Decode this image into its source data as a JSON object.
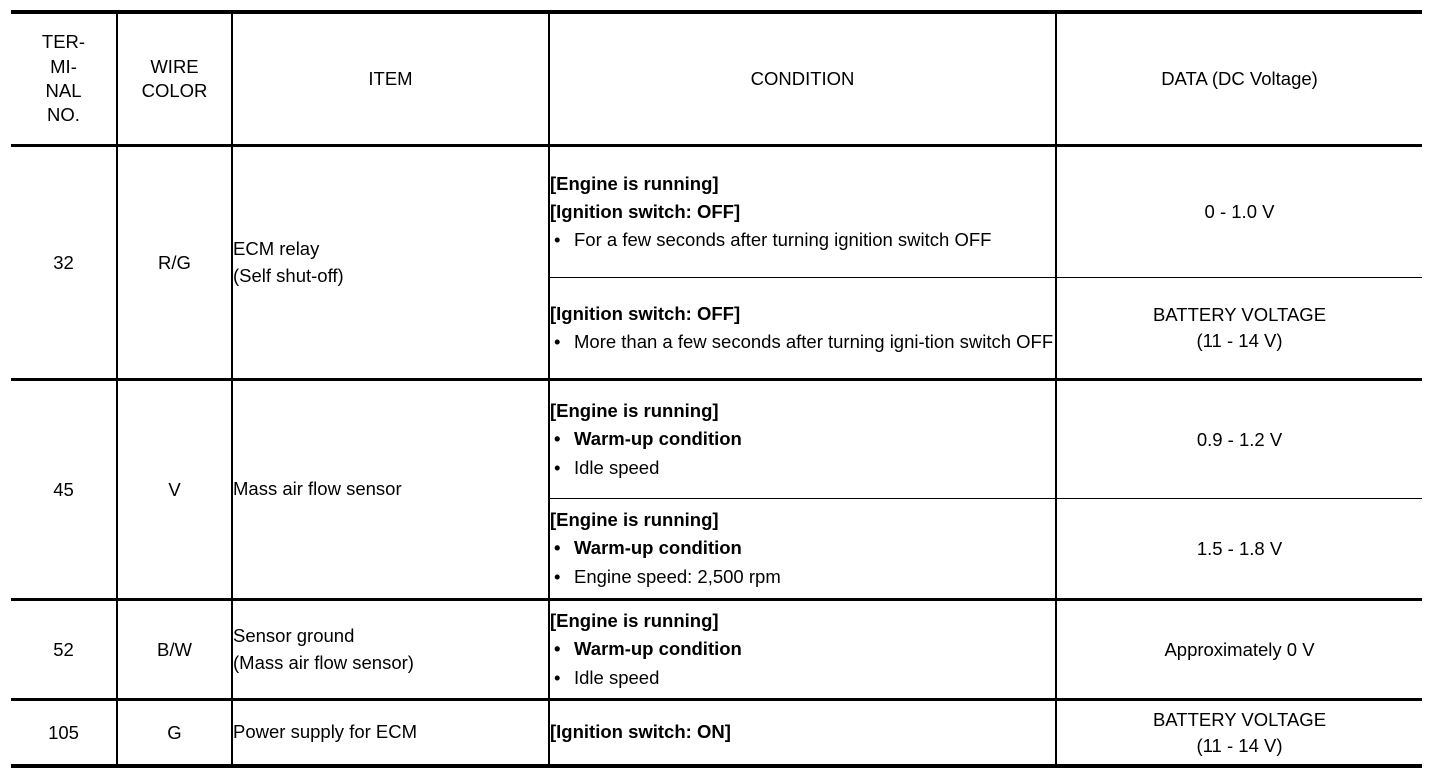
{
  "table": {
    "headers": {
      "terminal_no": [
        "TER-",
        "MI-",
        "NAL",
        "NO."
      ],
      "wire_color": [
        "WIRE",
        "COLOR"
      ],
      "item": "ITEM",
      "condition": "CONDITION",
      "data": "DATA (DC Voltage)"
    },
    "rows": [
      {
        "terminal_no": "32",
        "wire_color": "R/G",
        "item": [
          "ECM relay",
          "(Self shut-off)"
        ],
        "entries": [
          {
            "condition": {
              "headings": [
                "[Engine is running]",
                "[Ignition switch: OFF]"
              ],
              "bullets": [
                {
                  "text": "For a few seconds after turning ignition switch OFF",
                  "bold": false
                }
              ]
            },
            "data": [
              "0 - 1.0 V"
            ]
          },
          {
            "condition": {
              "headings": [
                "[Ignition switch: OFF]"
              ],
              "bullets": [
                {
                  "text": "More than a few seconds after turning igni-tion switch OFF",
                  "bold": false
                }
              ]
            },
            "data": [
              "BATTERY VOLTAGE",
              "(11 - 14 V)"
            ]
          }
        ]
      },
      {
        "terminal_no": "45",
        "wire_color": "V",
        "item": [
          "Mass air flow sensor"
        ],
        "entries": [
          {
            "condition": {
              "headings": [
                "[Engine is running]"
              ],
              "bullets": [
                {
                  "text": "Warm-up condition",
                  "bold": true
                },
                {
                  "text": "Idle speed",
                  "bold": false
                }
              ]
            },
            "data": [
              "0.9 - 1.2 V"
            ]
          },
          {
            "condition": {
              "headings": [
                "[Engine is running]"
              ],
              "bullets": [
                {
                  "text": "Warm-up condition",
                  "bold": true
                },
                {
                  "text": "Engine speed: 2,500 rpm",
                  "bold": false
                }
              ]
            },
            "data": [
              "1.5 - 1.8 V"
            ]
          }
        ]
      },
      {
        "terminal_no": "52",
        "wire_color": "B/W",
        "item": [
          "Sensor ground",
          "(Mass air flow sensor)"
        ],
        "entries": [
          {
            "condition": {
              "headings": [
                "[Engine is running]"
              ],
              "bullets": [
                {
                  "text": "Warm-up condition",
                  "bold": true
                },
                {
                  "text": "Idle speed",
                  "bold": false
                }
              ]
            },
            "data": [
              "Approximately 0 V"
            ]
          }
        ]
      },
      {
        "terminal_no": "105",
        "wire_color": "G",
        "item": [
          "Power supply for ECM"
        ],
        "entries": [
          {
            "condition": {
              "headings": [
                "[Ignition switch: ON]"
              ],
              "bullets": []
            },
            "data": [
              "BATTERY VOLTAGE",
              "(11 - 14 V)"
            ]
          }
        ]
      }
    ]
  }
}
